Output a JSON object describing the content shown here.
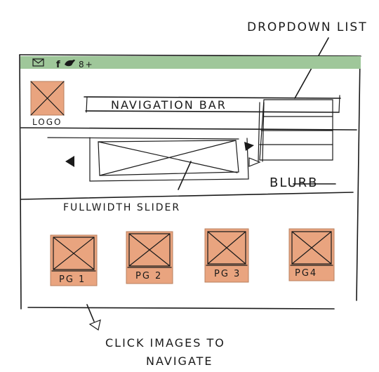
{
  "annotations": {
    "dropdown": "DROPDOWN LIST",
    "slider": "FULLWIDTH SLIDER",
    "blurb": "BLURB",
    "click_line1": "CLICK IMAGES TO",
    "click_line2": "NAVIGATE"
  },
  "header": {
    "logo_label": "LOGO",
    "nav_label": "NAVIGATION BAR"
  },
  "topbar": {
    "icons": [
      "mail-icon",
      "facebook-icon",
      "twitter-icon",
      "google-plus-icon"
    ],
    "gplus_text": "8+"
  },
  "pages": [
    {
      "label": "PG 1"
    },
    {
      "label": "PG 2"
    },
    {
      "label": "PG 3"
    },
    {
      "label": "PG4"
    }
  ],
  "colors": {
    "topbar": "#9fc79a",
    "tile": "#e9a47f",
    "ink": "#1a1a1a"
  }
}
